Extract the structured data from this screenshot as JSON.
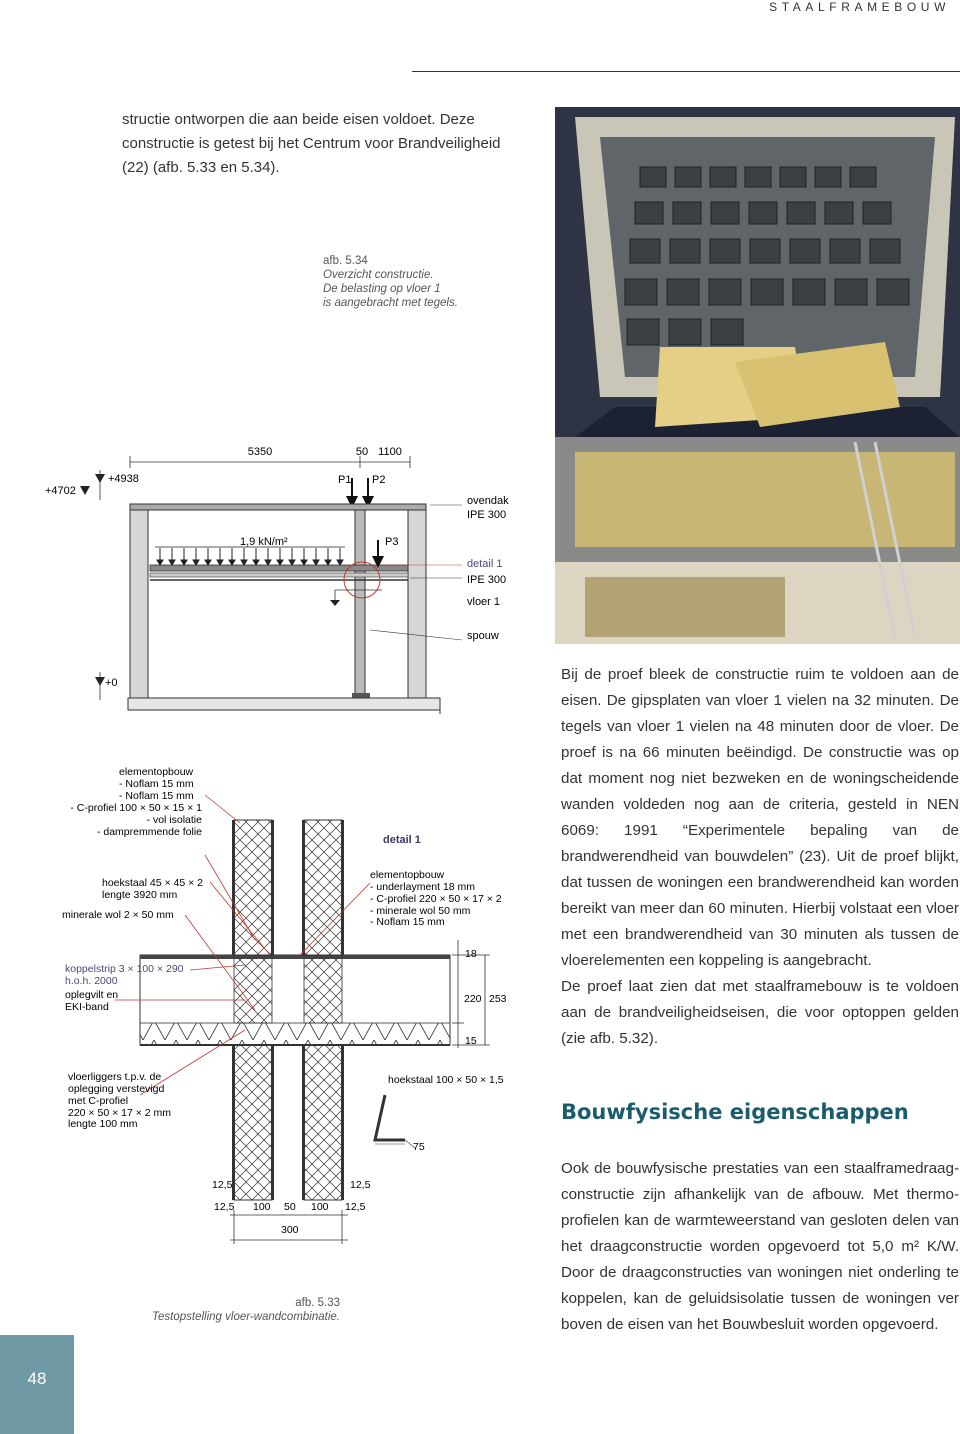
{
  "header": {
    "running_title": "STAALFRAMEBOUW"
  },
  "intro": {
    "text": "structie ontworpen die aan beide eisen voldoet. Deze constructie is getest bij het Centrum voor Brandveiligheid (22) (afb. 5.33 en 5.34)."
  },
  "fig534": {
    "number": "afb. 5.34",
    "line1": "Overzicht constructie.",
    "line2": "De belasting op vloer 1",
    "line3": "is aangebracht met tegels."
  },
  "fig533": {
    "number": "afb. 5.33",
    "title": "Testopstelling vloer-wandcombinatie."
  },
  "section1": {
    "text": "Bij de proef bleek de constructie ruim te voldoen aan de eisen. De gipsplaten van vloer 1 vielen na 32 minuten. De tegels van vloer 1 vielen na 48 minuten door de vloer. De proef is na 66 minuten beëindigd. De constructie was op dat moment nog niet bezweken en de woningscheidende wanden voldeden nog aan de criteria, gesteld in NEN 6069: 1991 “Experimentele bepaling van de brandwerendheid van bouwdelen” (23). Uit de proef blijkt, dat tussen de woningen een brandwerendheid kan worden bereikt van meer dan 60 minuten. Hierbij volstaat een vloer met een brandwerendheid van 30 minuten als tussen de vloer­elementen een koppeling is aangebracht.",
    "text2": "De proef laat zien dat met staalframebouw is te voldoen aan de brandveiligheidseisen, die voor optoppen gelden (zie afb. 5.32)."
  },
  "section2": {
    "title": "Bouwfysische eigenschappen",
    "text": "Ook de bouwfysische prestaties van een staalframedraag­constructie zijn afhankelijk van de afbouw. Met thermo­profielen kan de warmteweerstand van gesloten delen van het draagconstructie worden opgevoerd tot 5,0 m² K/W. Door de draagconstructies van woningen niet onderling te koppelen, kan de geluidsisolatie tussen de woningen ver boven de eisen van het Bouwbesluit worden opgevoerd."
  },
  "page_number": "48",
  "diagram_top": {
    "dim_5350": "5350",
    "dim_50": "50",
    "dim_1100": "1100",
    "lvl_4702": "+4702",
    "lvl_4938": "+4938",
    "lvl_0": "+0",
    "p1": "P1",
    "p2": "P2",
    "p3": "P3",
    "load": "1,9 kN/m²",
    "ovendak": "ovendak",
    "ipe300a": "IPE 300",
    "detail1": "detail 1",
    "ipe300b": "IPE 300",
    "vloer1": "vloer 1",
    "spouw": "spouw"
  },
  "diagram_detail": {
    "wall_title": "elementopbouw",
    "wall_l1": "- Noflam 15 mm",
    "wall_l2": "- Noflam 15 mm",
    "wall_l3": "- C-profiel 100 × 50 × 15 × 1",
    "wall_l4": "- vol isolatie",
    "wall_l5": "- dampremmende folie",
    "hoek1": "hoekstaal 45 × 45 × 2",
    "hoek2": "lengte 3920 mm",
    "minwol": "minerale wol 2 × 50 mm",
    "kop1": "koppelstrip 3 × 100 × 290",
    "kop2": "h.o.h. 2000",
    "eki1": "oplegvilt en",
    "eki2": "EKI-band",
    "detail_label": "detail 1",
    "floor_title": "elementopbouw",
    "floor_l1": "- underlayment 18 mm",
    "floor_l2": "- C-profiel 220 × 50 × 17 × 2",
    "floor_l3": "- minerale wol 50 mm",
    "floor_l4": "- Noflam 15 mm",
    "d18": "18",
    "d220": "220",
    "d253": "253",
    "d15": "15",
    "vl1": "vloerliggers t.p.v. de",
    "vl2": "oplegging verstevigd",
    "vl3": "met C-profiel",
    "vl4": "220 × 50 × 17 × 2 mm",
    "vl5": "lengte 100 mm",
    "hoekstaal2": "hoekstaal 100 × 50 × 1,5",
    "d75": "75",
    "d125a": "12,5",
    "d125b": "12,5",
    "d125c": "12,5",
    "d100a": "100",
    "d50": "50",
    "d100b": "100",
    "d125d": "12,5",
    "d300": "300"
  }
}
